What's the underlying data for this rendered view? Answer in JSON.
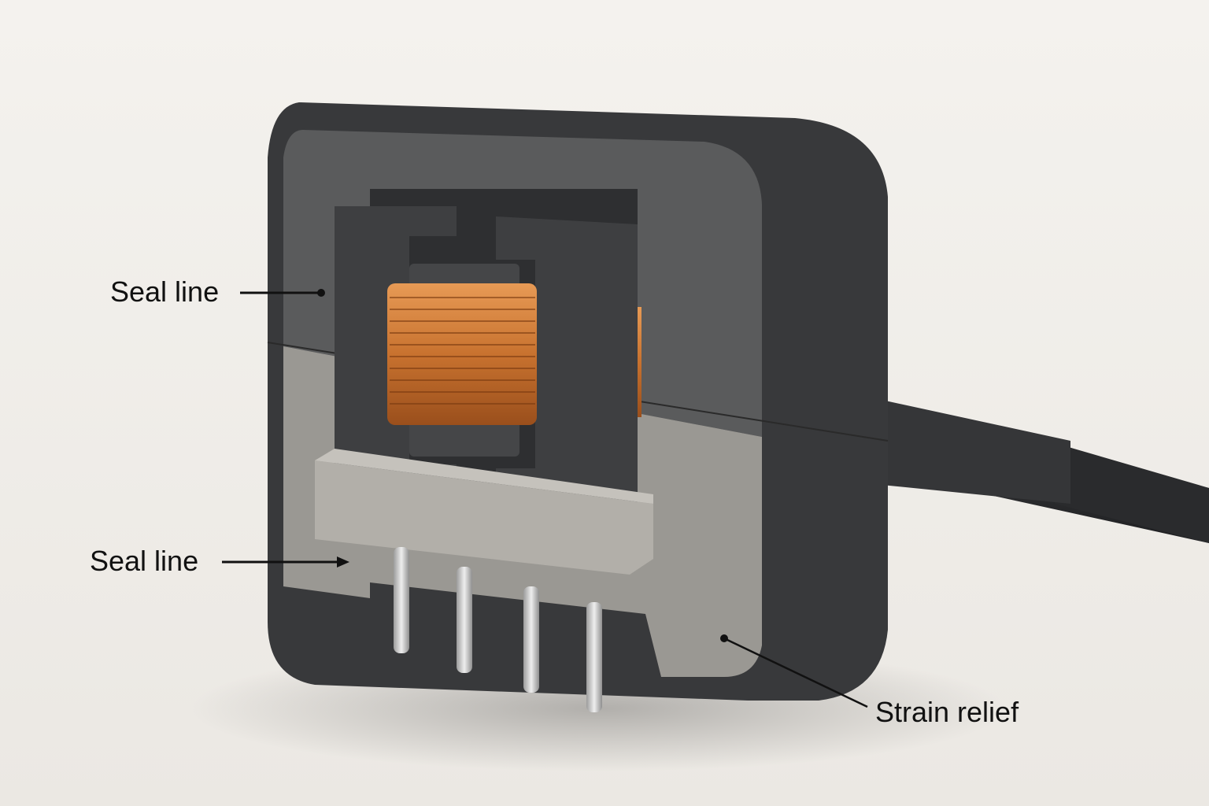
{
  "diagram": {
    "subject": "Encapsulated transformer with cable",
    "colors": {
      "background": "#f1efeb",
      "housing_dark": "#3b3c3e",
      "housing_face": "#5a5b5c",
      "potting_light": "#9a9893",
      "bobbin": "#b2afa9",
      "core": "#3a3b3d",
      "copper": "#c8722f",
      "pins": "#c9c9c9",
      "cable": "#2f3032",
      "callout_line": "#111111"
    },
    "callouts": [
      {
        "id": "seal-line-upper",
        "text": "Seal line"
      },
      {
        "id": "seal-line-lower",
        "text": "Seal line"
      },
      {
        "id": "strain-relief",
        "text": "Strain relief"
      }
    ],
    "pin_count": 4
  }
}
